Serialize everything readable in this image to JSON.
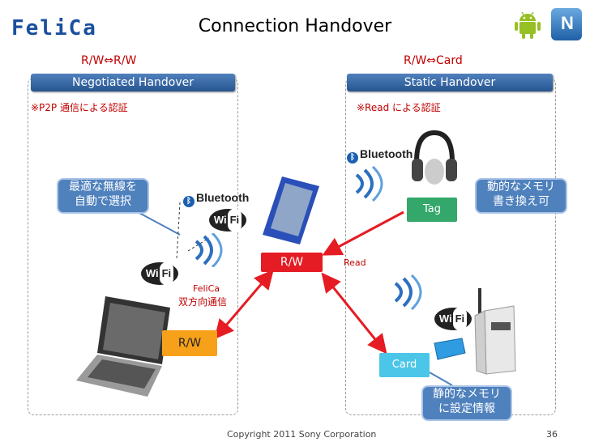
{
  "header": {
    "logo_text": "FeliCa",
    "title": "Connection Handover",
    "nfc_logo": "N"
  },
  "left": {
    "mode_label": "R/W⇔R/W",
    "header": "Negotiated Handover",
    "note": "※P2P 通信による認証",
    "bubble_line1": "最適な無線を",
    "bubble_line2": "自動で選択",
    "bluetooth": "Bluetooth",
    "wifi": "Wi",
    "wifi_fi": "Fi",
    "felica_line1": "FeliCa",
    "felica_line2": "双方向通信",
    "laptop_box": "R/W"
  },
  "center": {
    "phone_box": "R/W",
    "read_label": "Read"
  },
  "right": {
    "mode_label": "R/W⇔Card",
    "header": "Static Handover",
    "note": "※Read による認証",
    "bluetooth": "Bluetooth",
    "tag_box": "Tag",
    "bubble_dyn_line1": "動的なメモリ",
    "bubble_dyn_line2": "書き換え可",
    "wifi": "Wi",
    "wifi_fi": "Fi",
    "card_box": "Card",
    "bubble_static_line1": "静的なメモリ",
    "bubble_static_line2": "に設定情報"
  },
  "footer": {
    "copyright": "Copyright  2011 Sony Corporation",
    "page_number": "36"
  },
  "colors": {
    "brand_blue": "#1a4f9e",
    "header_blue": "#4f81bd",
    "accent_red": "#e51c23",
    "tag_green": "#33a86a",
    "rw_orange": "#f7a11a",
    "card_cyan": "#4bc6e8"
  }
}
